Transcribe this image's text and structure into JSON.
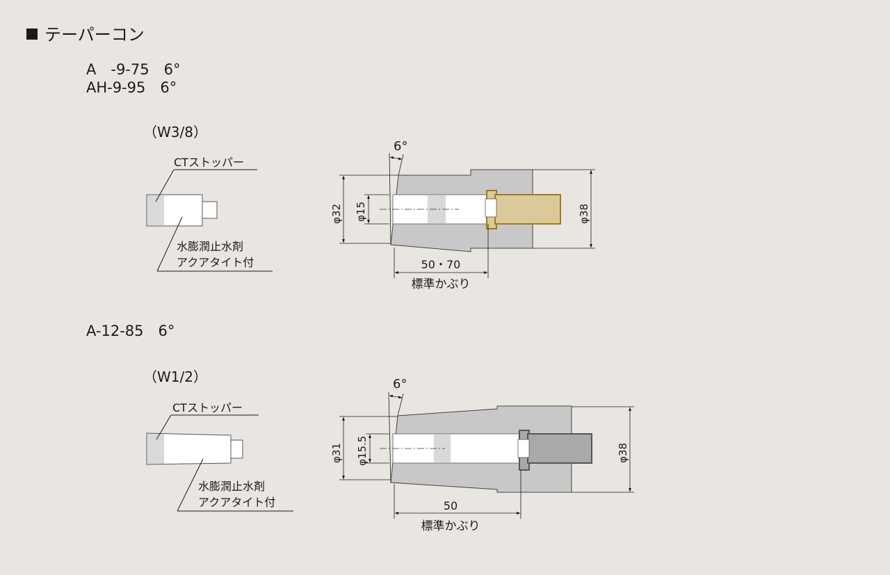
{
  "title": "テーパーコン",
  "section1": {
    "models": [
      "A -9-75 6°",
      "AH-9-95 6°"
    ],
    "size": "（W3/8）",
    "part_label": "CTストッパー",
    "note_line1": "水膨潤止水剤",
    "note_line2": "アクアタイト付",
    "angle": "6°",
    "dim_outer_left": "φ32",
    "dim_inner": "φ15",
    "dim_right": "φ38",
    "dim_length": "50・70",
    "dim_caption": "標準かぶり",
    "insert_color": "#dcc99a",
    "insert_edge_color": "#a07a1c"
  },
  "section2": {
    "model": "A-12-85 6°",
    "size": "（W1/2）",
    "part_label": "CTストッパー",
    "note_line1": "水膨潤止水剤",
    "note_line2": "アクアタイト付",
    "angle": "6°",
    "dim_outer_left": "φ31",
    "dim_inner": "φ15.5",
    "dim_right": "φ38",
    "dim_length": "50",
    "dim_caption": "標準かぶり",
    "insert_color": "#a9a9a9",
    "insert_edge_color": "#555555"
  },
  "colors": {
    "background": "#e9e6e1",
    "concrete": "#c8c8c8",
    "stopper_white": "#ffffff",
    "stopper_shade": "#d9d9d9"
  }
}
